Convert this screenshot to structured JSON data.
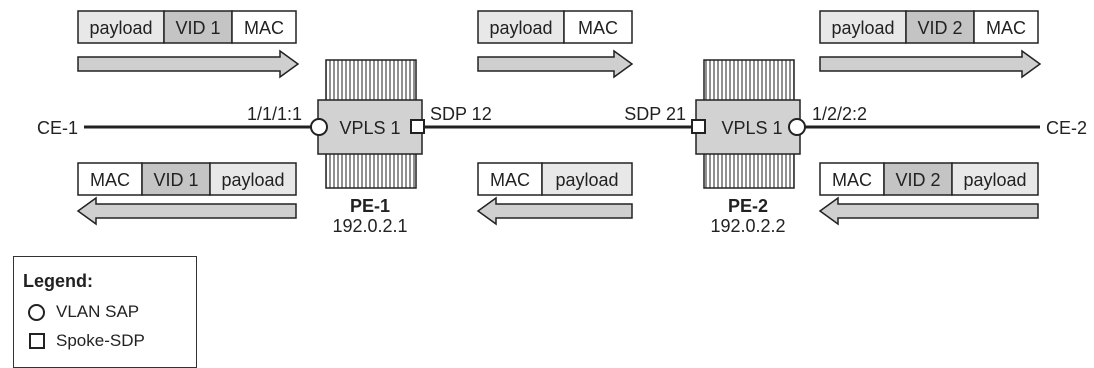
{
  "ce_left": "CE-1",
  "ce_right": "CE-2",
  "pe1": {
    "name": "PE-1",
    "address": "192.0.2.1",
    "service": "VPLS 1",
    "sap": "1/1/1:1",
    "sdp": "SDP 12"
  },
  "pe2": {
    "name": "PE-2",
    "address": "192.0.2.2",
    "service": "VPLS 1",
    "sap": "1/2/2:2",
    "sdp": "SDP 21"
  },
  "frames": {
    "f1": [
      "payload",
      "VID 1",
      "MAC"
    ],
    "f2": [
      "payload",
      "MAC"
    ],
    "f3": [
      "payload",
      "VID 2",
      "MAC"
    ],
    "f4": [
      "MAC",
      "VID 1",
      "payload"
    ],
    "f5": [
      "MAC",
      "payload"
    ],
    "f6": [
      "MAC",
      "VID 2",
      "payload"
    ]
  },
  "legend": {
    "title": "Legend:",
    "items": [
      {
        "symbol": "circle",
        "label": "VLAN SAP"
      },
      {
        "symbol": "square",
        "label": "Spoke-SDP"
      }
    ]
  },
  "colors": {
    "frame_light": "#e8e8e8",
    "frame_vid": "#c4c4c4",
    "arrow_fill": "#cfcfcf",
    "router_body": "#d2d2d2",
    "line": "#222222"
  }
}
